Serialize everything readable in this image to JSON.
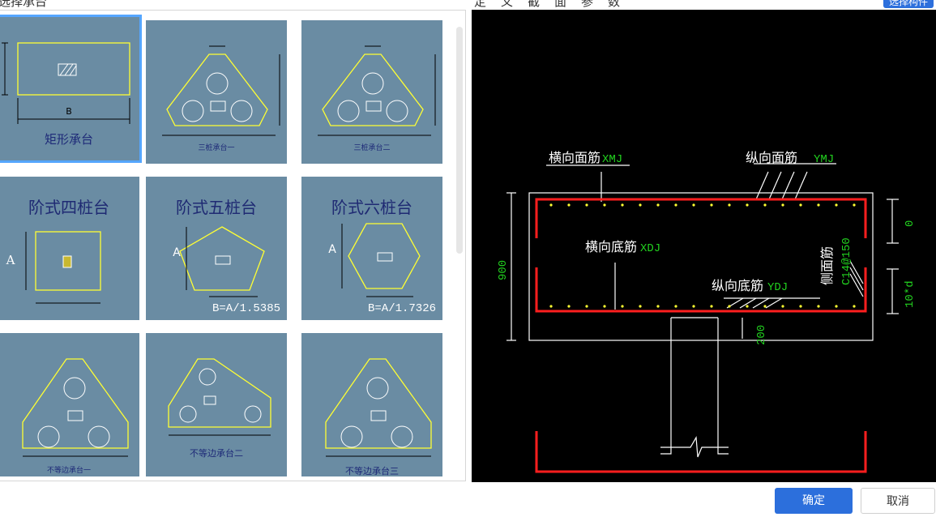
{
  "header": {
    "title": "选择承台",
    "mid_text": "定义截面参数",
    "top_button": "选择构件"
  },
  "tiles": [
    {
      "caption": "矩形承台",
      "label_b": "B"
    },
    {
      "caption": "三桩承台一"
    },
    {
      "caption": "三桩承台二"
    },
    {
      "caption": "阶式四桩台",
      "label_a": "A"
    },
    {
      "caption": "阶式五桩台",
      "label_a": "A",
      "formula": "B=A/1.5385"
    },
    {
      "caption": "阶式六桩台",
      "label_a": "A",
      "formula": "B=A/1.7326"
    },
    {
      "caption": "不等边承台一"
    },
    {
      "caption": "不等边承台二"
    },
    {
      "caption": "不等边承台三"
    }
  ],
  "preview": {
    "xmj": {
      "label": "横向面筋",
      "code": "XMJ"
    },
    "ymj": {
      "label": "纵向面筋",
      "code": "YMJ"
    },
    "xdj": {
      "label": "横向底筋",
      "code": "XDJ"
    },
    "ydj": {
      "label": "纵向底筋",
      "code": "YDJ"
    },
    "side": {
      "label": "侧面筋",
      "code": "C14@150"
    },
    "dim_900": "900",
    "dim_0": "0",
    "dim_10d": "10*d",
    "dim_200": "200"
  },
  "buttons": {
    "ok": "确定",
    "cancel": "取消"
  },
  "colors": {
    "tile_bg": "#6a8ca3",
    "rebar": "#ff1e1e",
    "dim_green": "#22d11f",
    "accent": "#2c6fdc"
  }
}
